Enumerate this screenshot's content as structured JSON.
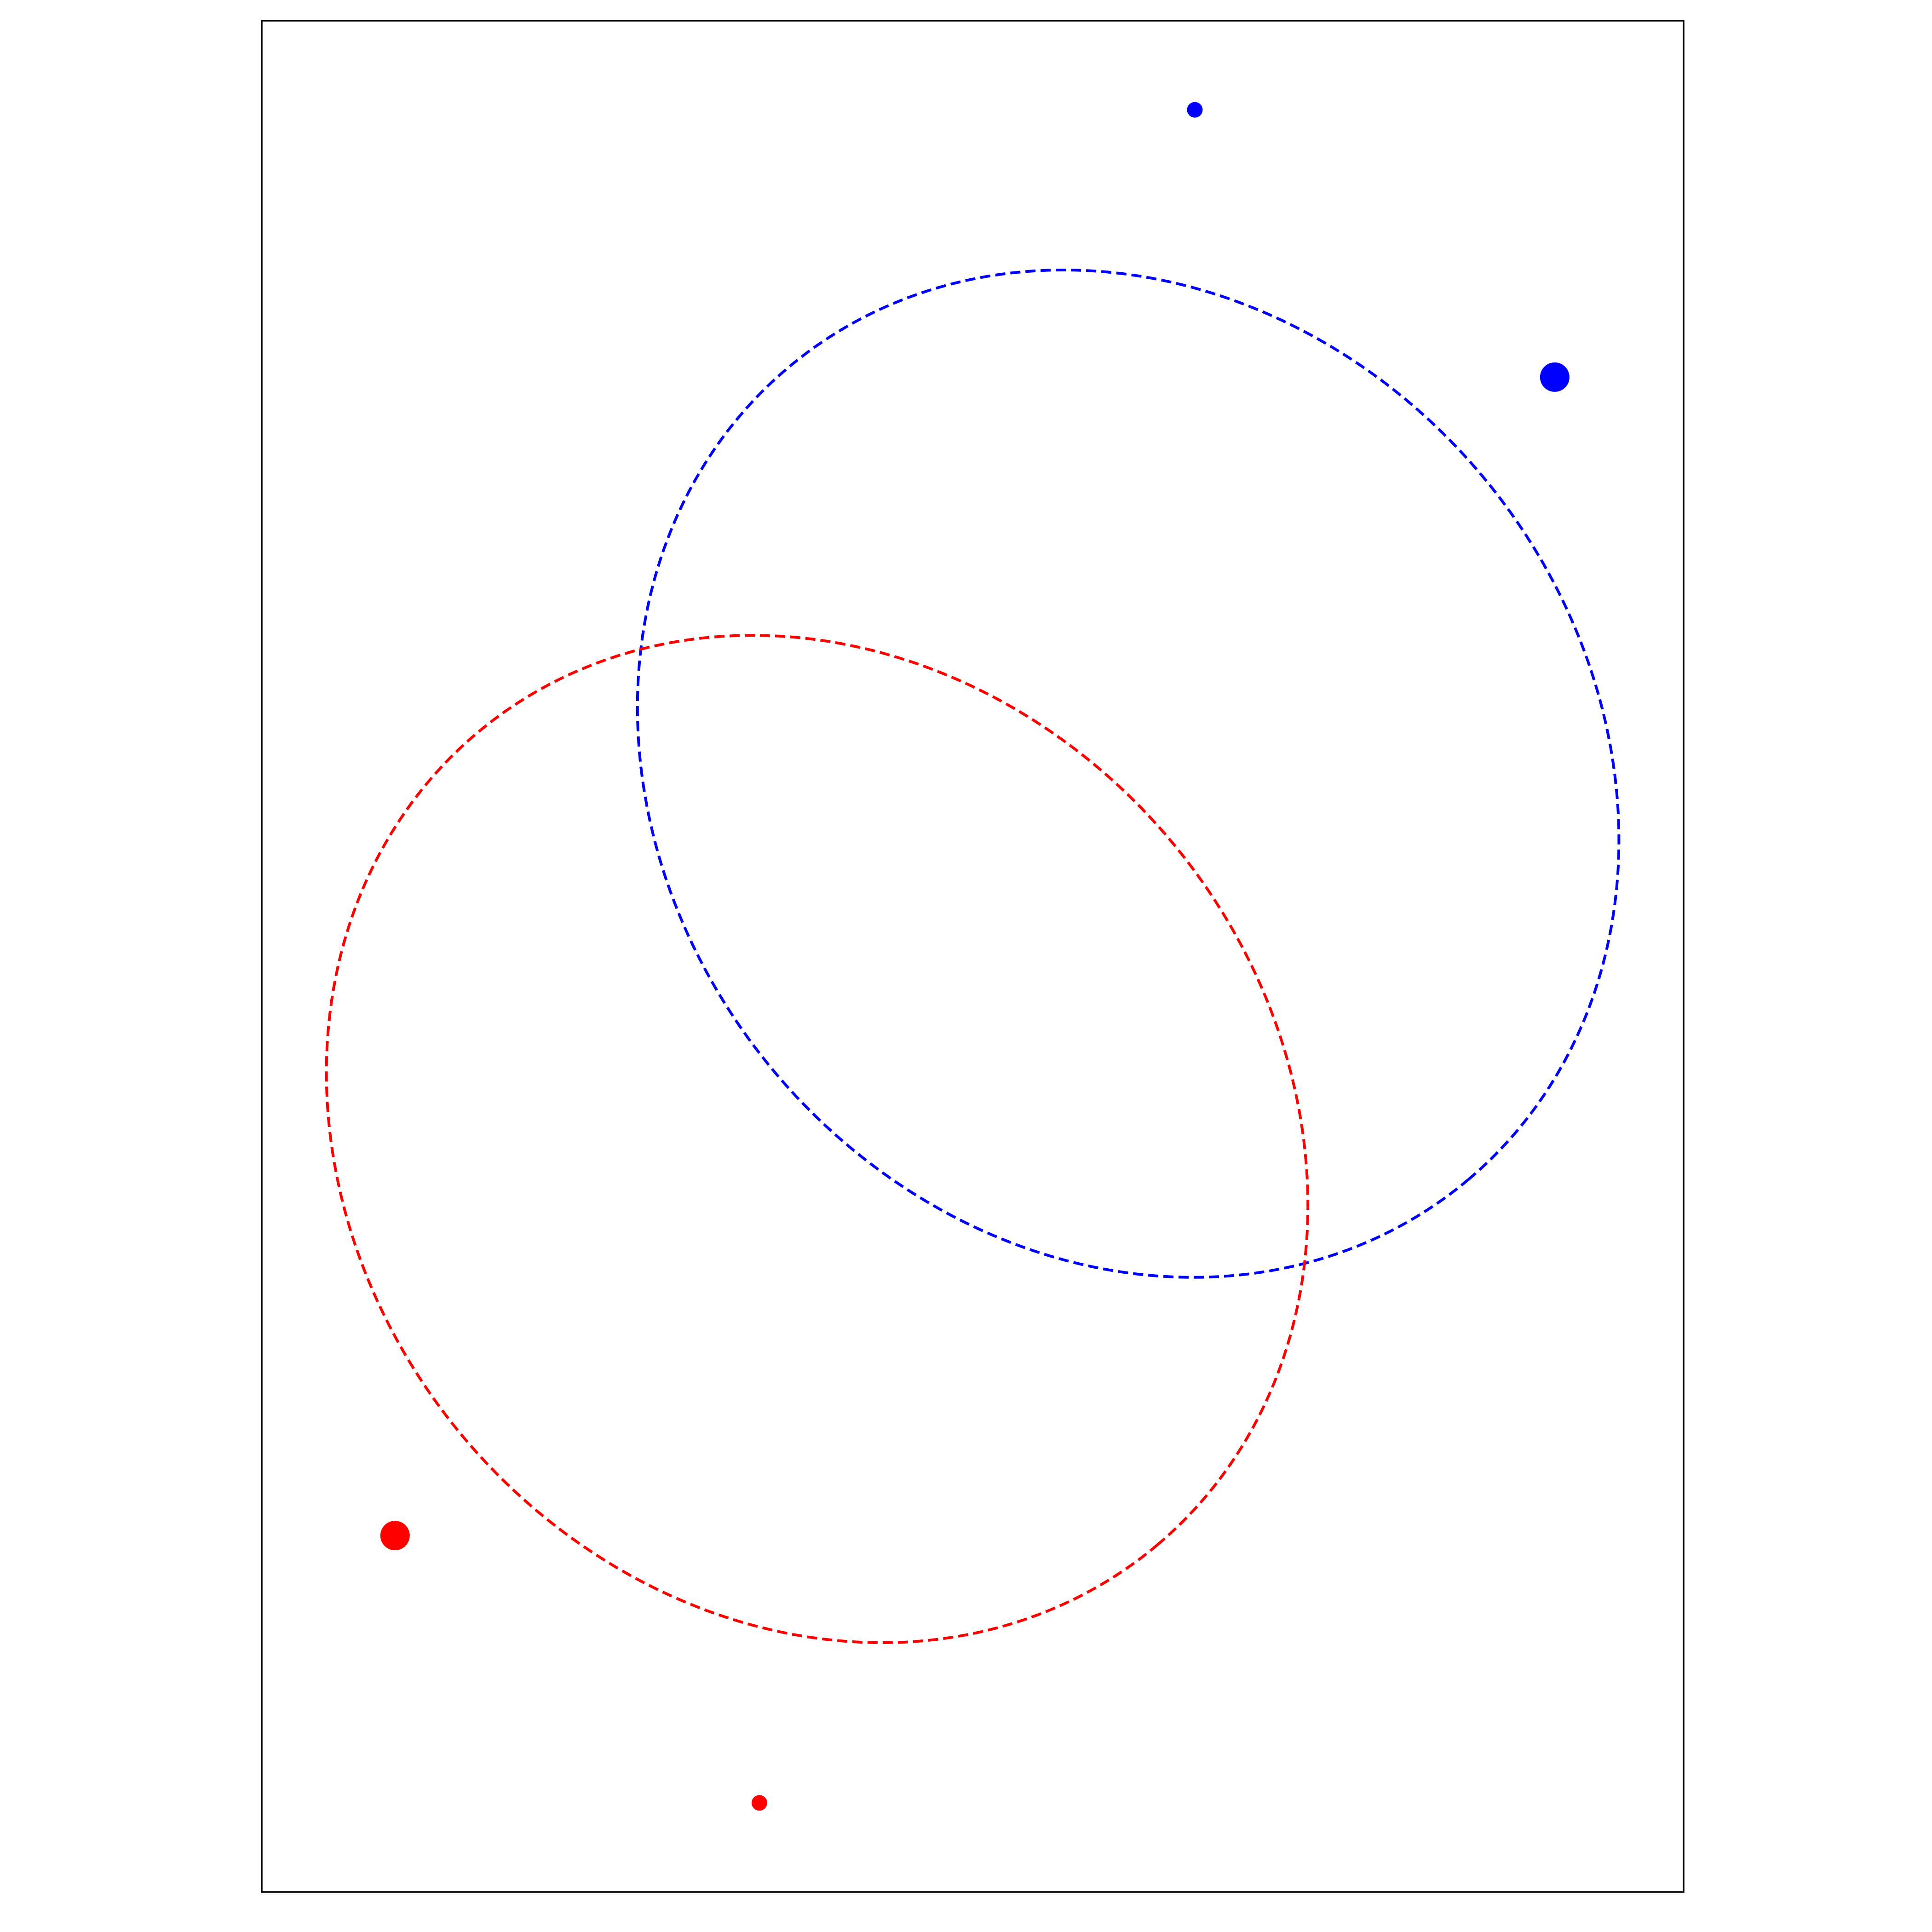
{
  "chart_data": {
    "type": "scatter",
    "title": "",
    "xlabel": "",
    "ylabel": "",
    "grid": false,
    "axes_visible": false,
    "legend": "none",
    "equal_aspect": true,
    "xlim": [
      -1.6,
      1.6
    ],
    "ylim": [
      -2.1,
      2.1
    ],
    "series": [
      {
        "color": "#0000ff",
        "curve": {
          "kind": "ellipse",
          "center": [
            0.35,
            0.41
          ],
          "semi_major": 1.19,
          "semi_minor": 1.04,
          "rotation_deg": -50,
          "style": "dashed"
        },
        "points": [
          {
            "x": 1.31,
            "y": 1.3,
            "marker": "large"
          },
          {
            "x": 0.5,
            "y": 1.9,
            "marker": "small"
          }
        ]
      },
      {
        "color": "#ff0000",
        "curve": {
          "kind": "ellipse",
          "center": [
            -0.35,
            -0.41
          ],
          "semi_major": 1.19,
          "semi_minor": 1.04,
          "rotation_deg": -50,
          "style": "dashed"
        },
        "points": [
          {
            "x": -1.3,
            "y": -1.3,
            "marker": "large"
          },
          {
            "x": -0.48,
            "y": -1.9,
            "marker": "small"
          }
        ]
      }
    ]
  }
}
